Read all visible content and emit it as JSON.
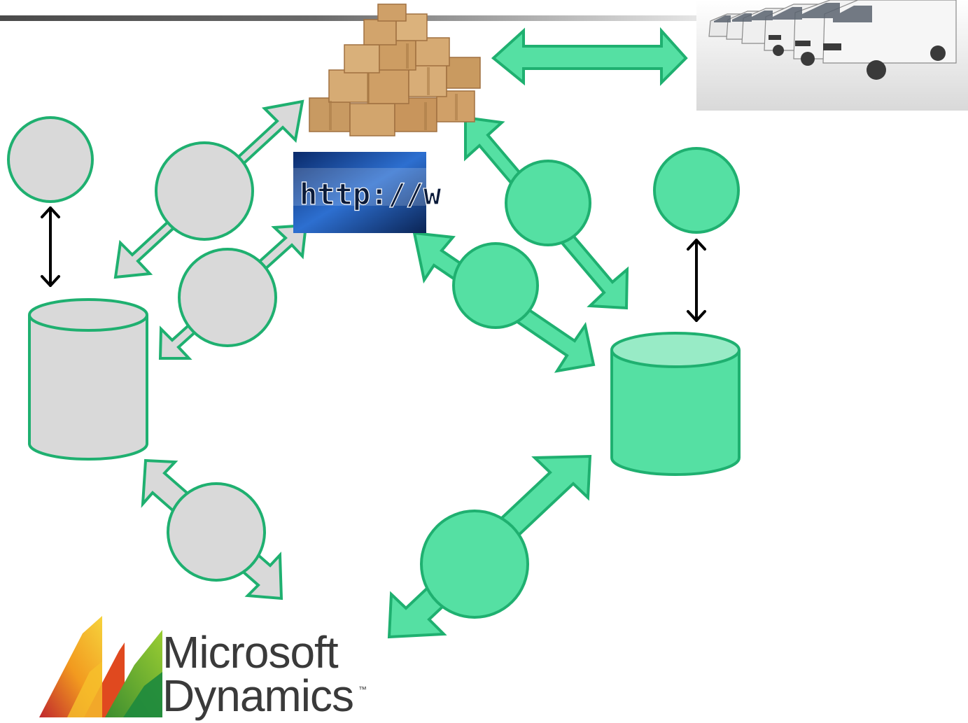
{
  "colors": {
    "legacy_fill": "#d9d9d9",
    "modern_fill": "#55e0a3",
    "modern_fill_light": "#98ebc6",
    "stroke": "#1fb070",
    "header_bar": "#555555"
  },
  "images": {
    "warehouse": "cardboard-boxes-image",
    "delivery": "delivery-vans-image",
    "web": "http-web-address-image"
  },
  "http_image_text": "http://w",
  "logo": {
    "line1": "Microsoft",
    "line2": "Dynamics",
    "trademark": "™"
  }
}
